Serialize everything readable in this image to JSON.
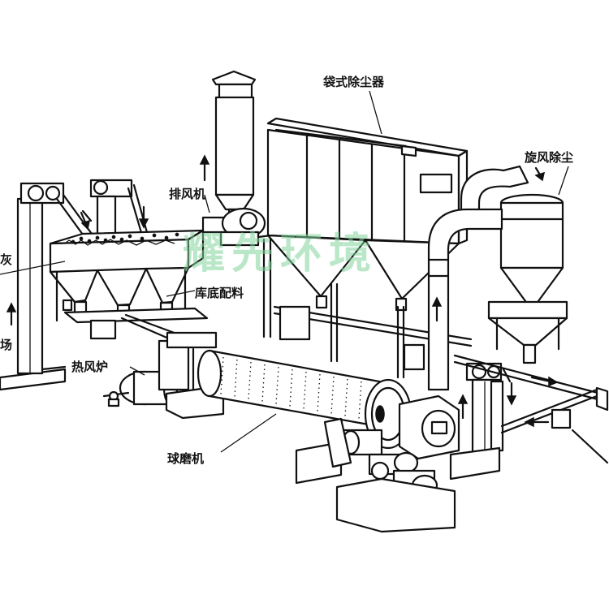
{
  "labels": {
    "bag_filter": "袋式除尘器",
    "cyclone": "旋风除尘",
    "exhaust_fan": "排风机",
    "bottom_batching": "库底配料",
    "hot_air_furnace": "热风炉",
    "ball_mill": "球磨机",
    "ash_partial": "灰",
    "field_partial": "场"
  },
  "watermark": "耀先环境",
  "colors": {
    "line": "#111111",
    "watermark": "#7fd39a"
  }
}
